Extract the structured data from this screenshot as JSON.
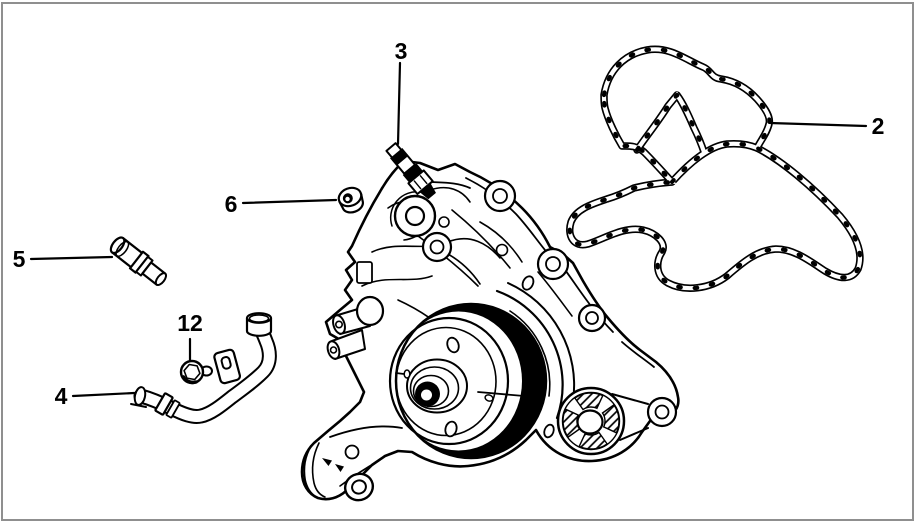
{
  "diagram": {
    "background": "#ffffff",
    "border_color": "#8f8f8f",
    "line_color": "#000000",
    "pulley_band_color": "#000000",
    "callouts": [
      {
        "number": "2",
        "target": "gasket"
      },
      {
        "number": "3",
        "target": "sensor"
      },
      {
        "number": "4",
        "target": "outlet-tube"
      },
      {
        "number": "5",
        "target": "fitting"
      },
      {
        "number": "6",
        "target": "nut"
      },
      {
        "number": "12",
        "target": "bolt"
      }
    ]
  }
}
